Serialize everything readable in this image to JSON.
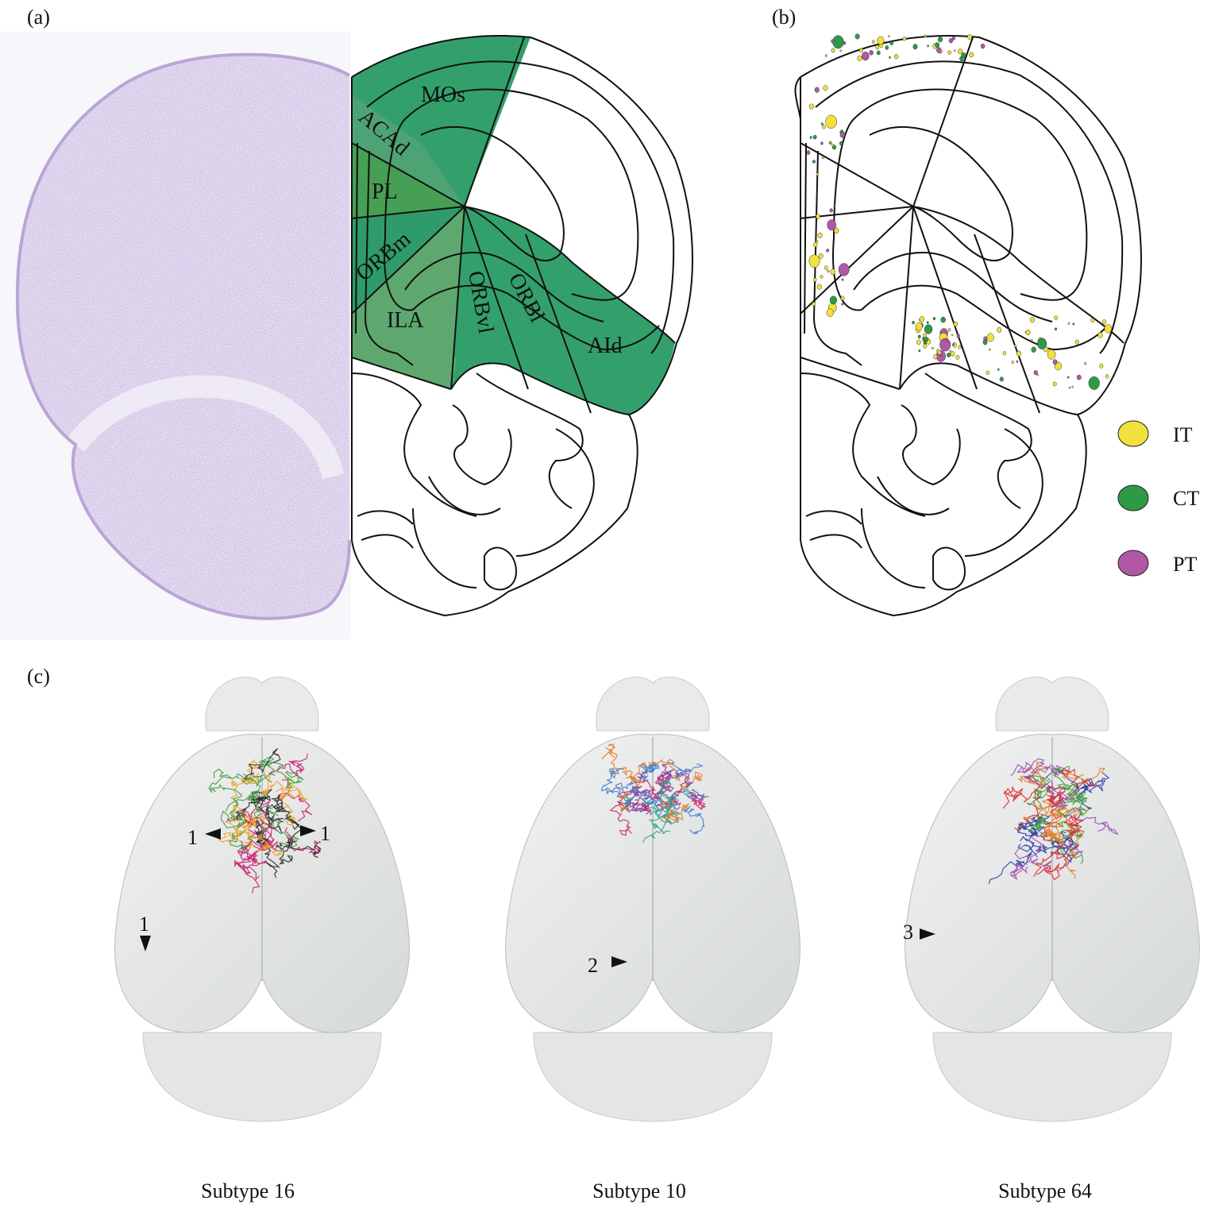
{
  "panels": {
    "a": "(a)",
    "b": "(b)",
    "c": "(c)"
  },
  "regions": [
    "MOs",
    "ACAd",
    "PL",
    "ORBm",
    "ILA",
    "ORBvl",
    "ORBl",
    "AId"
  ],
  "legend": [
    {
      "label": "IT",
      "color": "#f2e13c"
    },
    {
      "label": "CT",
      "color": "#2f9a45"
    },
    {
      "label": "PT",
      "color": "#b058a6"
    }
  ],
  "colors": {
    "region_dark": "#33a06c",
    "region_mid": "#4f9e5f",
    "region_light": "#5ea86f",
    "nissl": "#8e6fc2"
  },
  "brains": [
    {
      "subtitle": "Subtype 16",
      "arrows": [
        "1",
        "1",
        "1"
      ]
    },
    {
      "subtitle": "Subtype 10",
      "arrows": [
        "2"
      ]
    },
    {
      "subtitle": "Subtype 64",
      "arrows": [
        "3"
      ]
    }
  ]
}
